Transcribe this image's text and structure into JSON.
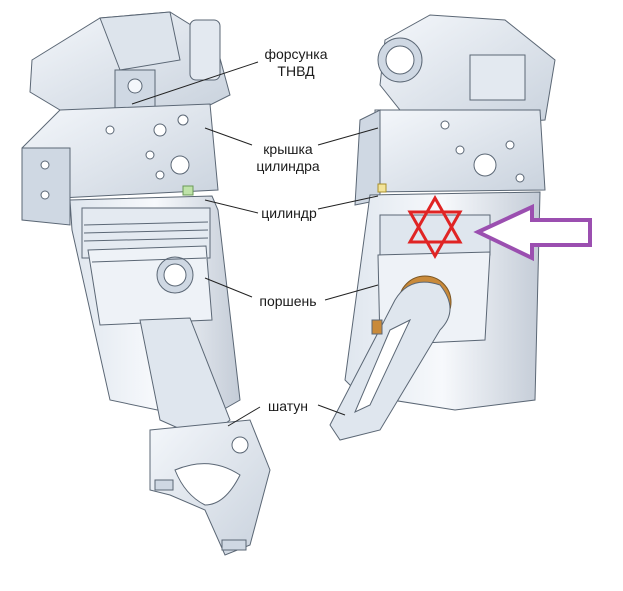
{
  "labels": {
    "injector_line1": "форсунка",
    "injector_line2": "ТНВД",
    "head_line1": "крышка",
    "head_line2": "цилиндра",
    "cylinder": "цилиндр",
    "piston": "поршень",
    "rod": "шатун"
  },
  "colors": {
    "background": "#ffffff",
    "part_fill": "#e9eef5",
    "part_stroke": "#5b6775",
    "section_fill": "#cfd8e3",
    "leader": "#222222",
    "star": "#e02424",
    "arrow": "#9b4fb0",
    "bearing": "#c98a3a"
  },
  "marks": {
    "star": "hexagram",
    "arrow": "left-pointing-arrow"
  }
}
